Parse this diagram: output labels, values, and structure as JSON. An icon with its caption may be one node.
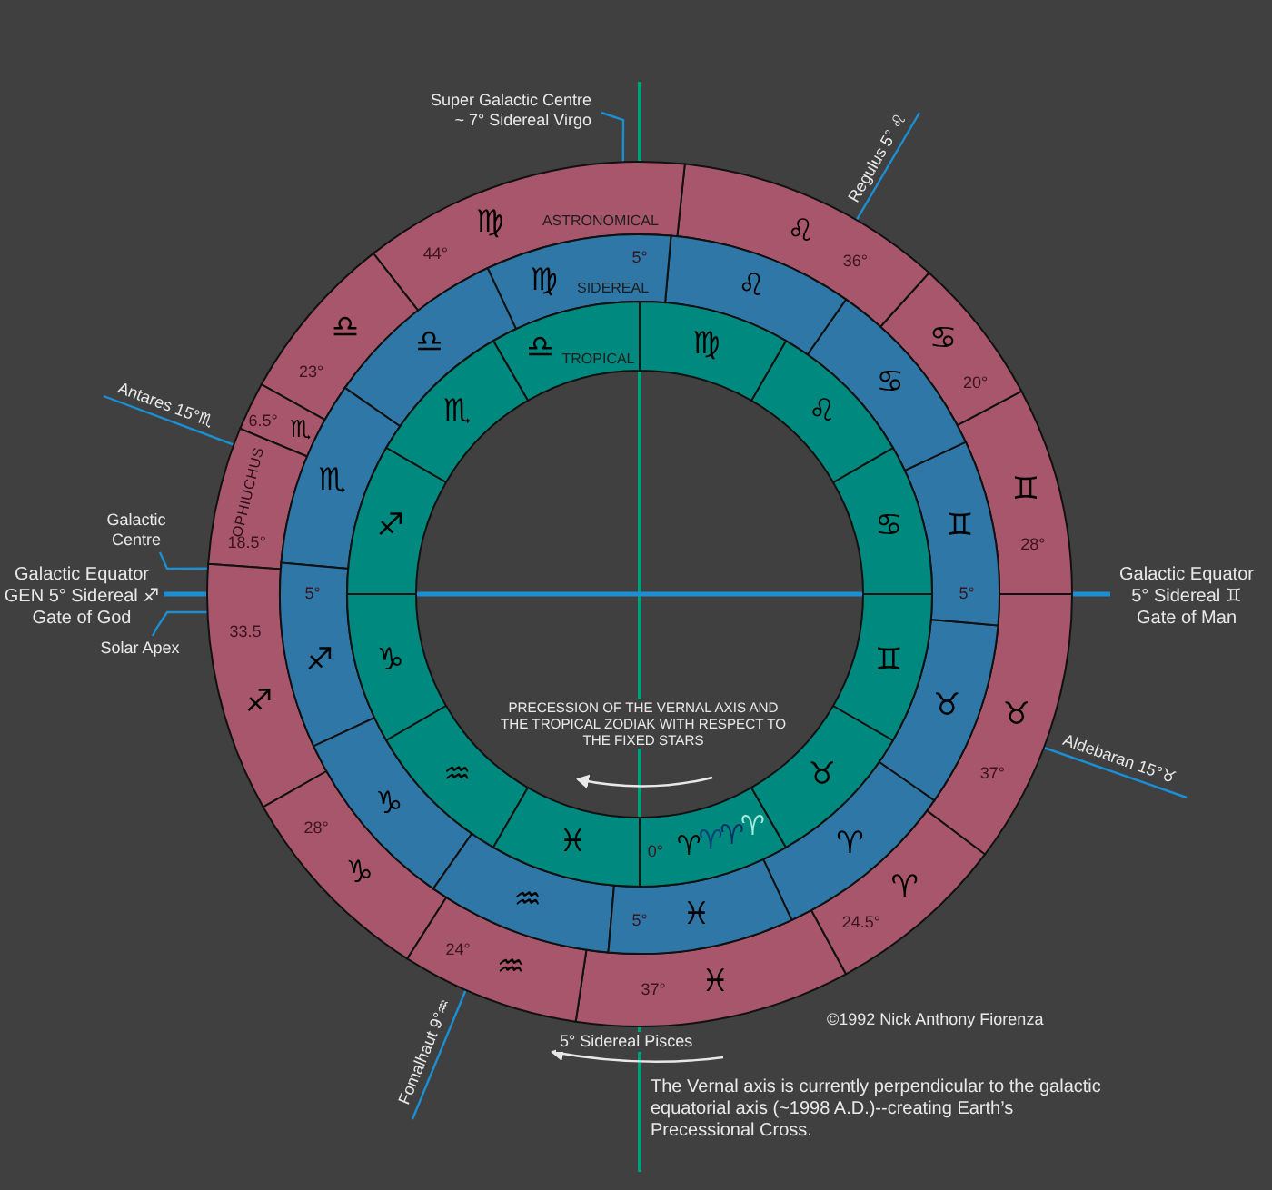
{
  "diagram": {
    "nodes": [
      {
        "text": [
          "37°",
          "♓"
        ]
      },
      {
        "text": [
          "♈",
          "24.5°"
        ]
      },
      {
        "text": [
          "♉",
          "37°"
        ]
      },
      {
        "text": [
          "♊",
          "28°"
        ]
      },
      {
        "text": [
          "♋",
          "20°"
        ]
      },
      {
        "text": [
          "♌",
          "36°"
        ]
      },
      {
        "text": [
          "44°",
          "♍",
          "ASTRONOMICAL"
        ]
      },
      {
        "text": [
          "♎",
          "23°"
        ]
      },
      {
        "text": [
          "♏",
          "6.5°"
        ]
      },
      {
        "text": [
          "OPHIUCHUS",
          "18.5°"
        ]
      },
      {
        "text": [
          "33.5",
          "♐"
        ]
      },
      {
        "text": [
          "♑",
          "28°"
        ]
      },
      {
        "text": [
          "♒",
          "24°"
        ]
      },
      {
        "text": [
          "♈"
        ]
      },
      {
        "text": [
          "♉"
        ]
      },
      {
        "text": [
          "♊",
          "5°"
        ]
      },
      {
        "text": [
          "♋"
        ]
      },
      {
        "text": [
          "♌"
        ]
      },
      {
        "text": [
          "♍",
          "5°",
          "SIDEREAL"
        ]
      },
      {
        "text": [
          "♎"
        ]
      },
      {
        "text": [
          "♏"
        ]
      },
      {
        "text": [
          "5°",
          "♐"
        ]
      },
      {
        "text": [
          "♑"
        ]
      },
      {
        "text": [
          "♒"
        ]
      },
      {
        "text": [
          "5°",
          "♓"
        ]
      },
      {
        "text": [
          "0°",
          "♈",
          "♈",
          "♈",
          "♈"
        ]
      },
      {
        "text": [
          "♉"
        ]
      },
      {
        "text": [
          "♊"
        ]
      },
      {
        "text": [
          "♋"
        ]
      },
      {
        "text": [
          "♌"
        ]
      },
      {
        "text": [
          "♍"
        ]
      },
      {
        "text": [
          "♎",
          "TROPICAL"
        ]
      },
      {
        "text": [
          "♏"
        ]
      },
      {
        "text": [
          "♐"
        ]
      },
      {
        "text": [
          "♑"
        ]
      },
      {
        "text": [
          "♒"
        ]
      },
      {
        "text": [
          "♓"
        ]
      },
      {
        "text": [
          "Super Galactic Centre ~ 7° Sidereal Virgo"
        ]
      },
      {
        "text": [
          "Regulus 5° ♌"
        ]
      },
      {
        "text": [
          "Antares 15°♏"
        ]
      },
      {
        "text": [
          "Galactic Centre"
        ]
      },
      {
        "text": [
          "Solar Apex"
        ]
      },
      {
        "text": [
          "Aldebaran 15°♉"
        ]
      },
      {
        "text": [
          "Fomalhaut 9°♒"
        ]
      }
    ],
    "edges": [
      {
        "from": 37,
        "to": 6,
        "arrow": "none"
      },
      {
        "from": 38,
        "to": 5,
        "arrow": "none"
      },
      {
        "from": 39,
        "to": 9,
        "arrow": "none"
      },
      {
        "from": 40,
        "to": 10,
        "arrow": "none"
      },
      {
        "from": 41,
        "to": 10,
        "arrow": "none"
      },
      {
        "from": 42,
        "to": 2,
        "arrow": "none"
      },
      {
        "from": 43,
        "to": 12,
        "arrow": "none"
      }
    ],
    "labels": [
      "Galactic Equator GEN 5° Sidereal ♐ Gate of God",
      "Galactic Equator 5° Sidereal ♊ Gate of Man",
      "PRECESSION OF THE VERNAL AXIS AND THE TROPICAL ZODIAK WITH RESPECT TO THE FIXED STARS",
      "5° Sidereal Pisces",
      "©1992 Nick Anthony Fiorenza",
      "The Vernal axis is currently perpendicular to the galactic equatorial axis (~1998 A.D.)--creating Earth’s Precessional Cross."
    ]
  }
}
